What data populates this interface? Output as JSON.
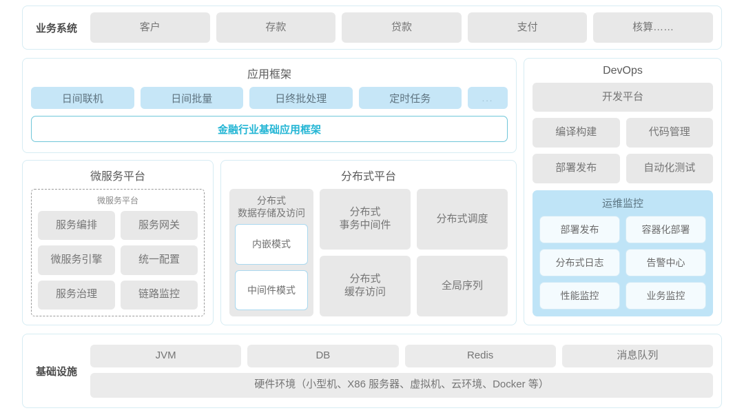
{
  "business_systems": {
    "label": "业务系统",
    "items": [
      "客户",
      "存款",
      "贷款",
      "支付",
      "核算……"
    ]
  },
  "application_framework": {
    "title": "应用框架",
    "items": [
      "日间联机",
      "日间批量",
      "日终批处理",
      "定时任务"
    ],
    "ellipsis": "...",
    "base_framework": "金融行业基础应用框架"
  },
  "microservice_platform": {
    "title": "微服务平台",
    "sub_title": "微服务平台",
    "items": [
      "服务编排",
      "服务网关",
      "微服务引擎",
      "统一配置",
      "服务治理",
      "链路监控"
    ]
  },
  "distributed_platform": {
    "title": "分布式平台",
    "storage_column": {
      "title": "分布式\n数据存储及访问",
      "modes": [
        "内嵌模式",
        "中间件模式"
      ]
    },
    "grid": [
      "分布式\n事务中间件",
      "分布式调度",
      "分布式\n缓存访问",
      "全局序列"
    ]
  },
  "devops": {
    "title": "DevOps",
    "platform": "开发平台",
    "items": [
      "编译构建",
      "代码管理",
      "部署发布",
      "自动化测试"
    ],
    "monitoring": {
      "title": "运维监控",
      "items": [
        "部署发布",
        "容器化部署",
        "分布式日志",
        "告警中心",
        "性能监控",
        "业务监控"
      ]
    }
  },
  "infrastructure": {
    "label": "基础设施",
    "items": [
      "JVM",
      "DB",
      "Redis",
      "消息队列"
    ],
    "hardware": "硬件环境（小型机、X86 服务器、虚拟机、云环境、Docker 等）"
  },
  "colors": {
    "panel_border": "#d6ecf3",
    "blue_tile": "#c6e6f7",
    "grey_tile": "#e8e8e8",
    "accent_teal": "#22b5d4",
    "monitor_bg": "#bfe4f7"
  }
}
